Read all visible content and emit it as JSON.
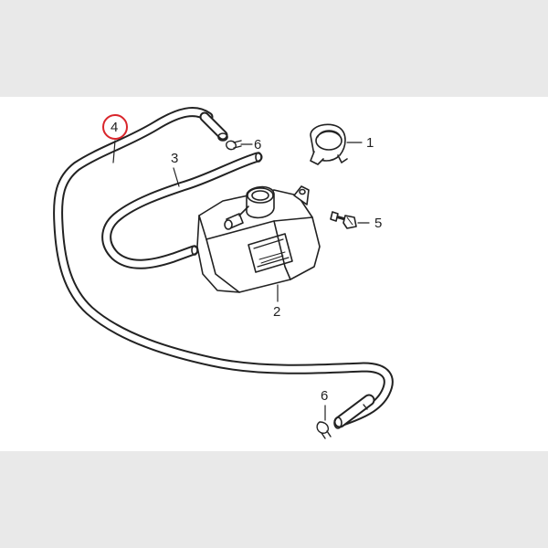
{
  "diagram": {
    "callouts": [
      {
        "id": "c1",
        "label": "1"
      },
      {
        "id": "c2",
        "label": "2"
      },
      {
        "id": "c3",
        "label": "3"
      },
      {
        "id": "c4",
        "label": "4",
        "highlighted": true
      },
      {
        "id": "c5",
        "label": "5"
      },
      {
        "id": "c6a",
        "label": "6"
      },
      {
        "id": "c6b",
        "label": "6"
      }
    ],
    "colors": {
      "line": "#222222",
      "highlight_ring": "#d9252b",
      "background": "#e9e9e9",
      "panel": "#ffffff"
    }
  }
}
